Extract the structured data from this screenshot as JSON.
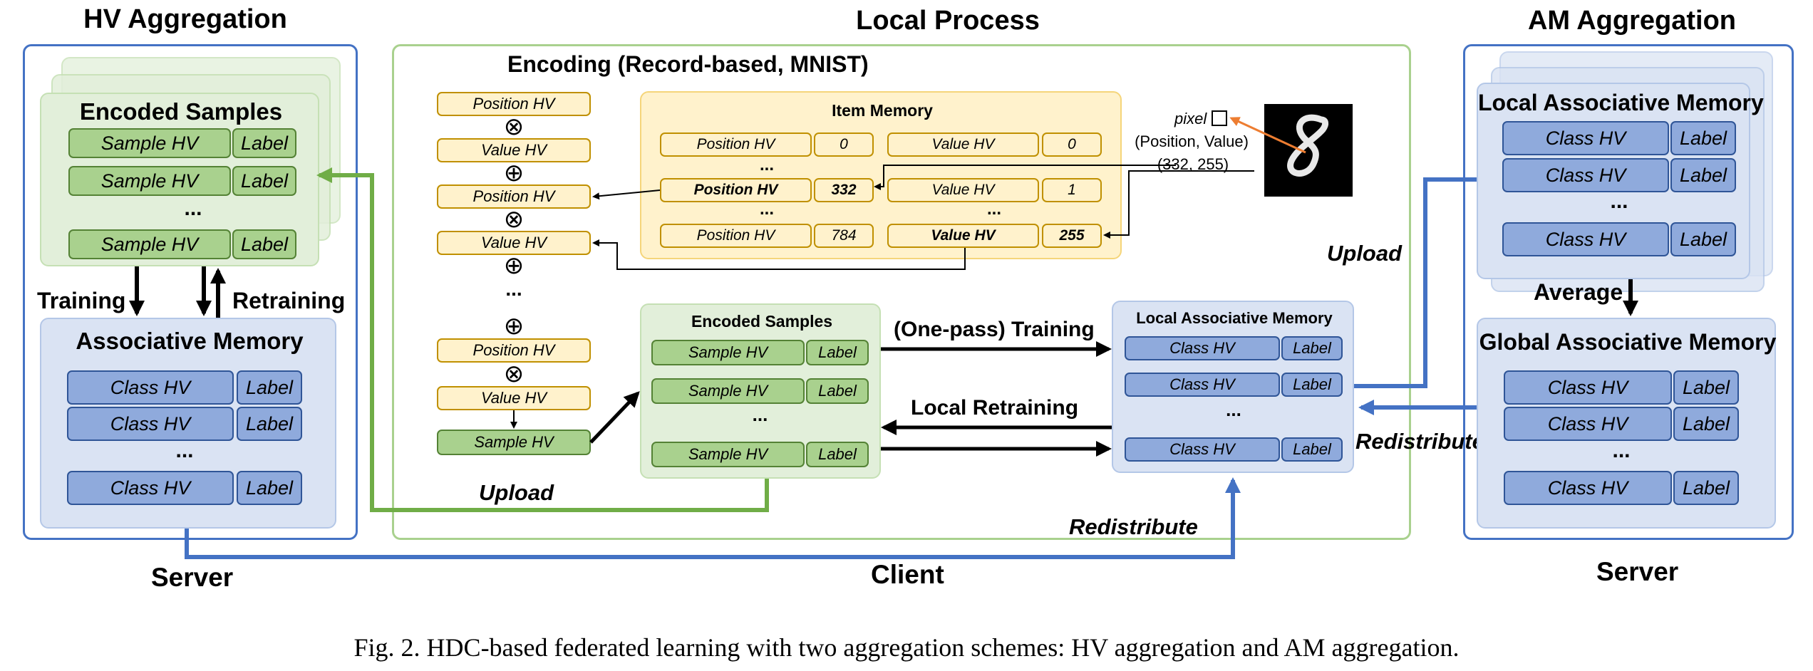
{
  "titles": {
    "hv_aggregation": "HV Aggregation",
    "local_process": "Local Process",
    "am_aggregation": "AM Aggregation"
  },
  "footers": {
    "server_left": "Server",
    "client": "Client",
    "server_right": "Server"
  },
  "hv_side": {
    "encoded_samples_title": "Encoded Samples",
    "sample_hv": "Sample HV",
    "label": "Label",
    "dots": "...",
    "training": "Training",
    "retraining": "Retraining",
    "assoc_memory_title": "Associative Memory",
    "class_hv": "Class HV"
  },
  "local": {
    "encoding_title": "Encoding (Record-based, MNIST)",
    "position_hv": "Position HV",
    "value_hv": "Value HV",
    "sample_hv": "Sample HV",
    "bind_symbol": "⊗",
    "bundle_symbol": "⊕",
    "dots": "...",
    "item_memory": {
      "title": "Item Memory",
      "rows": [
        {
          "pos_label": "Position HV",
          "pos_val": "0",
          "val_label": "Value HV",
          "val_val": "0"
        },
        {
          "pos_label": "Position HV",
          "pos_val": "332",
          "val_label": "Value HV",
          "val_val": "1"
        },
        {
          "pos_label": "Position HV",
          "pos_val": "784",
          "val_label": "Value HV",
          "val_val": "255"
        }
      ]
    },
    "pixel": {
      "line1": "pixel",
      "line2": "(Position, Value)",
      "line3": "(332, 255)"
    },
    "encoded_samples_title": "Encoded Samples",
    "label": "Label",
    "class_hv": "Class HV",
    "lam_title": "Local Associative Memory",
    "one_pass_training": "(One-pass) Training",
    "local_retraining": "Local Retraining",
    "upload_bottom": "Upload",
    "upload_right": "Upload",
    "redistribute_bottom": "Redistribute",
    "redistribute_right": "Redistribute"
  },
  "am_side": {
    "local_am_title": "Local Associative Memory",
    "average": "Average",
    "global_am_title": "Global Associative Memory",
    "class_hv": "Class HV",
    "label": "Label",
    "dots": "..."
  },
  "caption": "Fig. 2.  HDC-based federated learning with two aggregation schemes: HV aggregation and AM aggregation.",
  "colors": {
    "green_arrow": "#70ad47",
    "blue_arrow": "#4472c4",
    "orange_arrow": "#ed7d31"
  }
}
